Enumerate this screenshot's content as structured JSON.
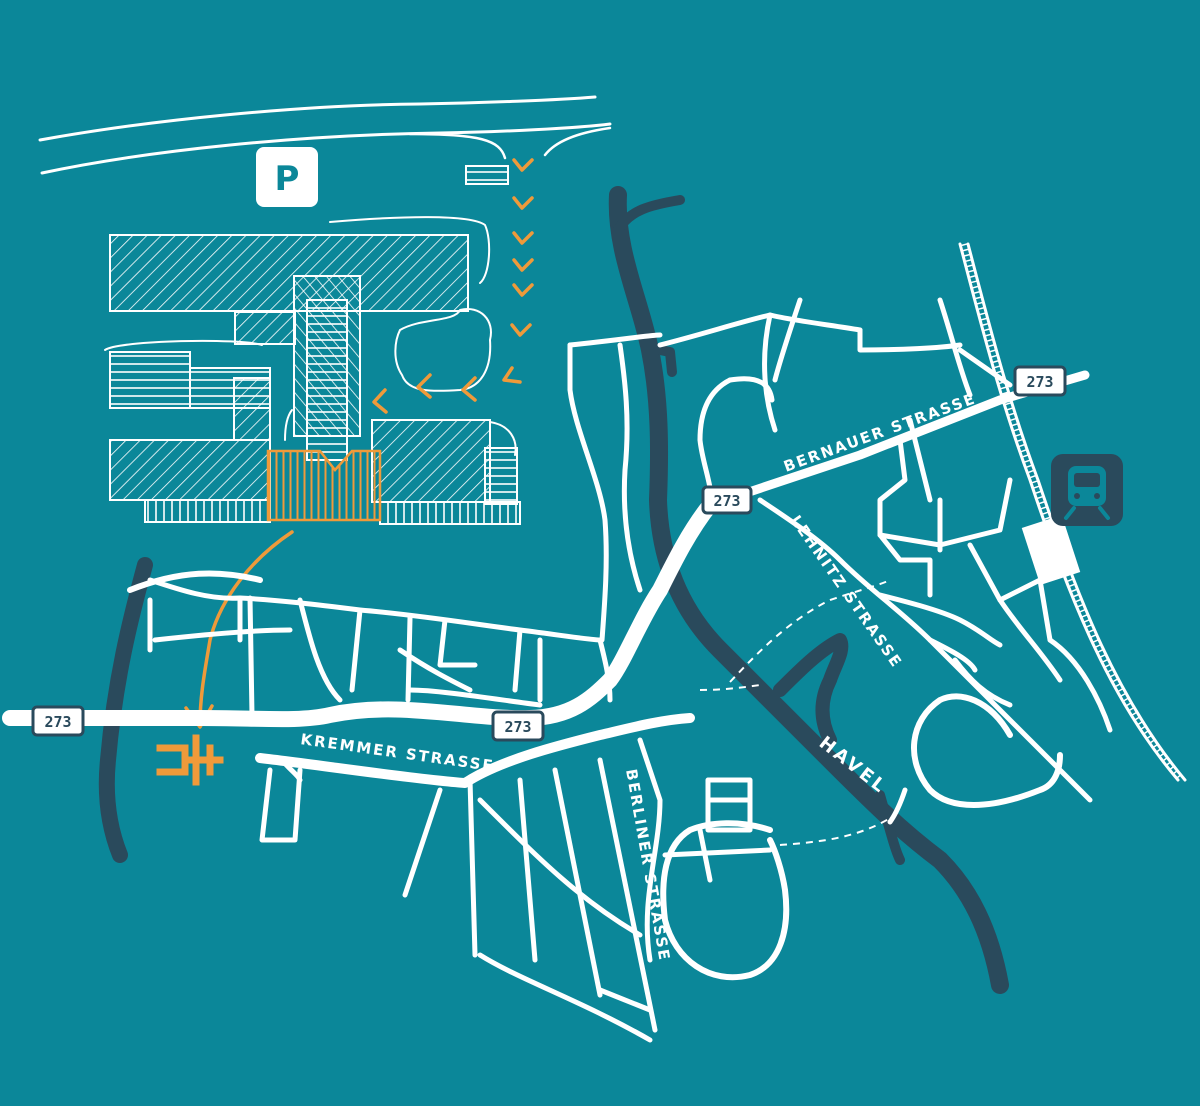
{
  "map": {
    "streets": {
      "bernauer": "BERNAUER STRASSE",
      "lehnitz": "LEHNITZ STRASSE",
      "kremmer": "KREMMER STRASSE",
      "berliner": "BERLINER STRASSE"
    },
    "river": "HAVEL",
    "route_shields": {
      "b273_west": "273",
      "b273_center": "273",
      "b273_north": "273",
      "b273_northeast": "273"
    },
    "parking_label": "P",
    "icons": [
      "parking-icon",
      "train-station-icon",
      "destination-marker-icon"
    ],
    "colors": {
      "background": "#0b8799",
      "roads": "#ffffff",
      "river": "#2a4a5c",
      "accent": "#ef9a3a"
    }
  }
}
